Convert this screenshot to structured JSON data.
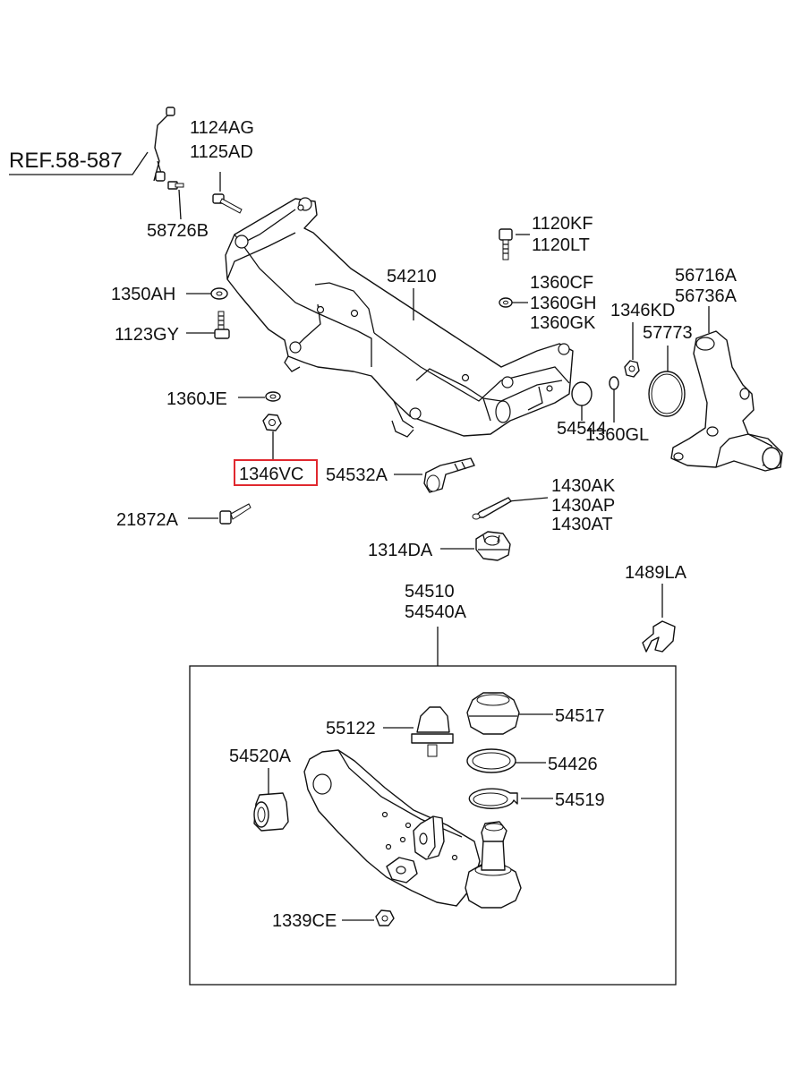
{
  "ref": "REF.58-587",
  "labels": {
    "p1124AG": "1124AG",
    "p1125AD": "1125AD",
    "p58726B": "58726B",
    "p1120KF": "1120KF",
    "p1120LT": "1120LT",
    "p54210": "54210",
    "p1350AH": "1350AH",
    "p1360CF": "1360CF",
    "p1360GH": "1360GH",
    "p1360GK": "1360GK",
    "p56716A": "56716A",
    "p56736A": "56736A",
    "p1346KD": "1346KD",
    "p1123GY": "1123GY",
    "p57773": "57773",
    "p1360JE": "1360JE",
    "p1360GL": "1360GL",
    "p54544": "54544",
    "p1346VC": "1346VC",
    "p54532A": "54532A",
    "p1430AK": "1430AK",
    "p1430AP": "1430AP",
    "p1430AT": "1430AT",
    "p21872A": "21872A",
    "p1314DA": "1314DA",
    "p54510": "54510",
    "p54540A": "54540A",
    "p1489LA": "1489LA",
    "p54517": "54517",
    "p55122": "55122",
    "p54520A": "54520A",
    "p54426": "54426",
    "p54519": "54519",
    "p1339CE": "1339CE"
  },
  "highlight_color": "#e0282f"
}
